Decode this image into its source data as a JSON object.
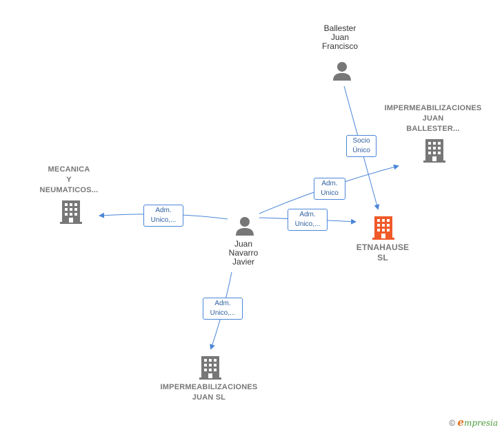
{
  "nodes": {
    "ballester": {
      "label": "Ballester\nJuan\nFrancisco"
    },
    "juan_navarro": {
      "label": "Juan\nNavarro\nJavier"
    },
    "imperm_ballester": {
      "label": "IMPERMEABILIZACIONES\nJUAN\nBALLESTER..."
    },
    "mecanica": {
      "label": "MECANICA\nY\nNEUMATICOS..."
    },
    "etnahause": {
      "label": "ETNAHAUSE\nSL"
    },
    "imperm_juan": {
      "label": "IMPERMEABILIZACIONES\nJUAN  SL"
    }
  },
  "edges": {
    "socio_unico": "Socio\nÚnico",
    "adm_unico_imperm_ballester": "Adm.\nUnico",
    "adm_unico_mecanica": "Adm.\nUnico,...",
    "adm_unico_etnahause": "Adm.\nUnico,...",
    "adm_unico_imperm_juan": "Adm.\nUnico,..."
  },
  "colors": {
    "edge": "#4a86d8",
    "company": "#777777",
    "company_highlight": "#f05a28",
    "person": "#777777"
  },
  "footer": {
    "copyright": "©",
    "brand_e": "e",
    "brand_rest": "mpresia"
  }
}
